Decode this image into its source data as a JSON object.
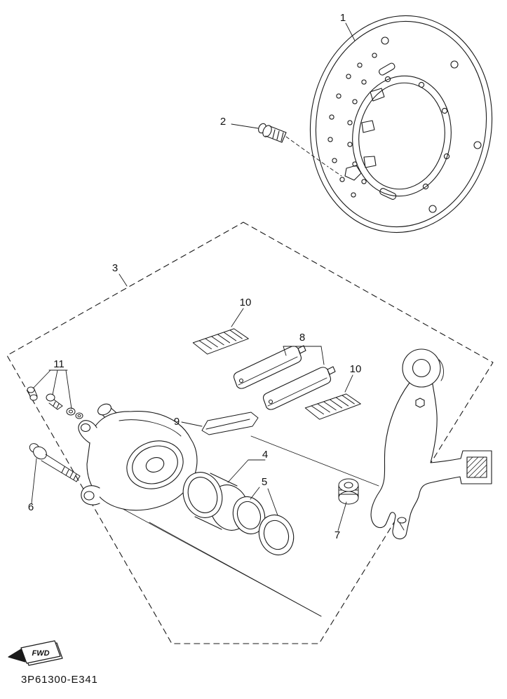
{
  "page": {
    "background": "#ffffff",
    "ink": "#1a1a1a"
  },
  "footer": {
    "part_code": "3P61300-E341"
  },
  "fwd": {
    "label": "FWD"
  },
  "callouts": {
    "n1": "1",
    "n2": "2",
    "n3": "3",
    "n4": "4",
    "n5": "5",
    "n6": "6",
    "n7": "7",
    "n8": "8",
    "n9": "9",
    "n10a": "10",
    "n10b": "10",
    "n11": "11"
  }
}
